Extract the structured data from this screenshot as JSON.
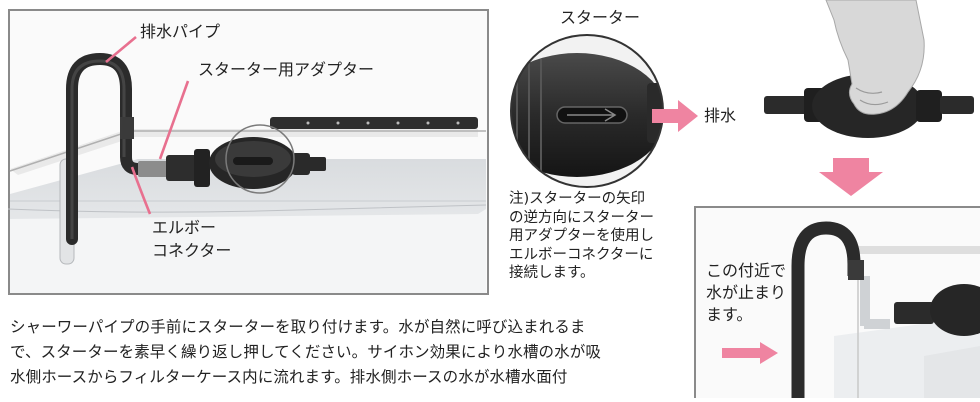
{
  "colors": {
    "callout_pink": "#e8708f",
    "arrow_pink": "#ef84a1",
    "panel_border": "#8a8a8a",
    "panel_bg": "#f4f4f4",
    "pipe_dark": "#2b2b2b"
  },
  "panel_left": {
    "labels": {
      "drain_pipe": "排水パイプ",
      "starter_adapter": "スターター用アダプター",
      "elbow_connector_line1": "エルボー",
      "elbow_connector_line2": "コネクター"
    }
  },
  "center": {
    "starter_label": "スターター",
    "drain_label": "排水",
    "note_lines": [
      "注)スターターの矢印",
      "の逆方向にスターター",
      "用アダプターを使用し",
      "エルボーコネクターに",
      "接続します。"
    ]
  },
  "panel_right": {
    "water_stop_lines": [
      "この付近で",
      "水が止まり",
      "ます。"
    ]
  },
  "body_text_lines": [
    "シャーワーパイプの手前にスターターを取り付けます。水が自然に呼び込まれるま",
    "で、スターターを素早く繰り返し押してください。サイホン効果により水槽の水が吸",
    "水側ホースからフィルターケース内に流れます。排水側ホースの水が水槽水面付"
  ]
}
